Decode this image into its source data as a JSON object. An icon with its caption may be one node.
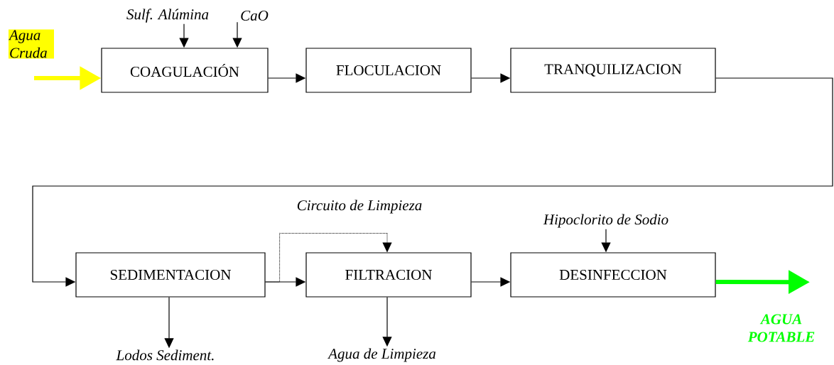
{
  "diagram": {
    "nodes": [
      {
        "text": [
          "Agua Cruda"
        ]
      },
      {
        "text": [
          "Sulf. Alúmina"
        ]
      },
      {
        "text": [
          "CaO"
        ]
      },
      {
        "text": [
          "COAGULACIÓN"
        ]
      },
      {
        "text": [
          "FLOCULACION"
        ]
      },
      {
        "text": [
          "TRANQUILIZACION"
        ]
      },
      {
        "text": [
          "Hipoclorito de Sodio"
        ]
      },
      {
        "text": [
          "SEDIMENTACION"
        ]
      },
      {
        "text": [
          "FILTRACION"
        ]
      },
      {
        "text": [
          "DESINFECCION"
        ]
      },
      {
        "text": [
          "Lodos Sediment."
        ]
      },
      {
        "text": [
          "Agua de Limpieza"
        ]
      },
      {
        "text": [
          "AGUA POTABLE"
        ]
      }
    ],
    "edges": [
      {
        "from": 0,
        "to": 3,
        "arrow": "to",
        "style": "thick",
        "color": "#ffff00"
      },
      {
        "from": 1,
        "to": 3,
        "arrow": "to"
      },
      {
        "from": 2,
        "to": 3,
        "arrow": "to"
      },
      {
        "from": 3,
        "to": 4,
        "arrow": "to"
      },
      {
        "from": 4,
        "to": 5,
        "arrow": "to"
      },
      {
        "from": 5,
        "to": 7,
        "arrow": "to"
      },
      {
        "from": 7,
        "to": 8,
        "arrow": "to"
      },
      {
        "from": 7,
        "to": 8,
        "arrow": "to",
        "style": "dashed",
        "label": "Circuito de Limpieza"
      },
      {
        "from": 8,
        "to": 9,
        "arrow": "to"
      },
      {
        "from": 6,
        "to": 9,
        "arrow": "to"
      },
      {
        "from": 7,
        "to": 10,
        "arrow": "to"
      },
      {
        "from": 8,
        "to": 11,
        "arrow": "to"
      },
      {
        "from": 9,
        "to": 12,
        "arrow": "to",
        "style": "thick",
        "color": "#00ff00"
      }
    ]
  }
}
